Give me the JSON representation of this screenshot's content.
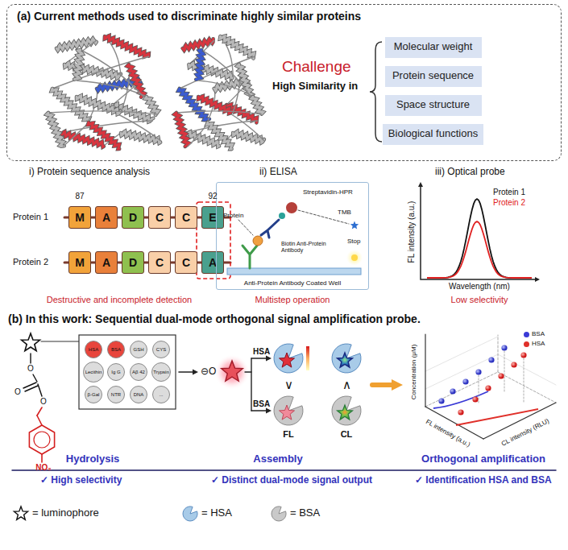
{
  "diagram": {
    "nodes": [
      {
        "text": [
          "(a) Current methods used to discriminate highly similar proteins"
        ]
      },
      {
        "text": [
          "Molecular weight"
        ],
        "in": 0
      },
      {
        "text": [
          "Protein sequence"
        ],
        "in": 0
      },
      {
        "text": [
          "Space structure"
        ],
        "in": 0
      },
      {
        "text": [
          "Biological functions"
        ],
        "in": 0
      },
      {
        "text": [
          "M"
        ]
      },
      {
        "text": [
          "A"
        ]
      },
      {
        "text": [
          "D"
        ]
      },
      {
        "text": [
          "C"
        ]
      },
      {
        "text": [
          "C"
        ]
      },
      {
        "text": [
          "E"
        ]
      },
      {
        "text": [
          "M"
        ]
      },
      {
        "text": [
          "A"
        ]
      },
      {
        "text": [
          "D"
        ]
      },
      {
        "text": [
          "C"
        ]
      },
      {
        "text": [
          "C"
        ]
      },
      {
        "text": [
          "A"
        ]
      },
      {
        "text": [
          "Streptavidin-HPR",
          "Protein",
          "TMB",
          "Stop",
          "Biotin Anti-Protein Antibody",
          "Anti-Protein Antibody Coated Well"
        ]
      },
      {
        "text": [
          "HSA"
        ]
      },
      {
        "text": [
          "BSA"
        ]
      },
      {
        "text": [
          "GSH"
        ]
      },
      {
        "text": [
          "CYS"
        ]
      },
      {
        "text": [
          "Lecithin"
        ]
      },
      {
        "text": [
          "Ig G"
        ]
      },
      {
        "text": [
          "Aβ 42"
        ]
      },
      {
        "text": [
          "Trypsin"
        ]
      },
      {
        "text": [
          "β-Gal"
        ]
      },
      {
        "text": [
          "NTR"
        ]
      },
      {
        "text": [
          "DNA"
        ]
      },
      {
        "text": [
          "..."
        ]
      }
    ],
    "labels": [
      "Challenge",
      "High Similarity in",
      "i) Protein sequence analysis",
      "87",
      "92",
      "Protein 1",
      "Protein 2",
      "Destructive and incomplete detection",
      "ii) ELISA",
      "Multistep operation",
      "iii) Optical probe",
      "Protein 1",
      "Protein 2",
      "FL intensity (a.u.)",
      "Wavelength (nm)",
      "Low selectivity",
      "(b) In this work: Sequential dual-mode orthogonal signal amplification probe.",
      "O",
      "O",
      "O",
      "NO₂",
      "⊖O",
      "HSA",
      "BSA",
      "∨",
      "∧",
      "FL",
      "CL",
      "Concentration (μM)",
      "FL intensity (a.u.)",
      "CL intensity (RLU)",
      "Hydrolysis",
      "Assembly",
      "Orthogonal amplification",
      "✓ High selectivity",
      "✓ Distinct dual-mode signal output",
      "✓ Identification HSA and BSA"
    ],
    "legend": [
      {
        "text": "BSA",
        "color": "#3a3ad6"
      },
      {
        "text": "HSA",
        "color": "#e0302a"
      },
      {
        "text": "= luminophore"
      },
      {
        "text": "= HSA"
      },
      {
        "text": "= BSA"
      }
    ]
  }
}
